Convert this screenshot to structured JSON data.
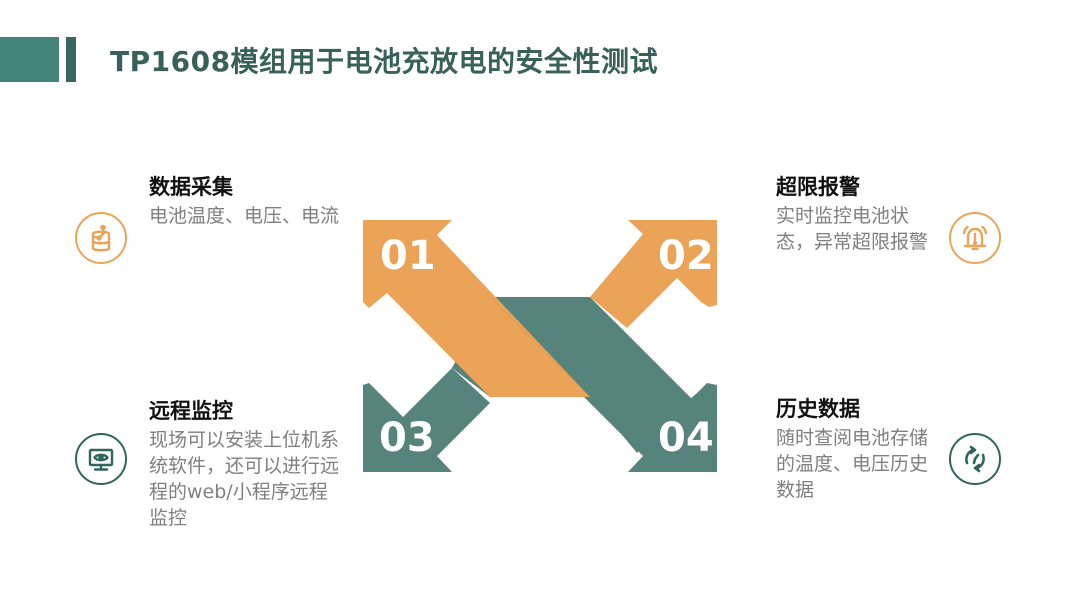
{
  "header": {
    "title": "TP1608模组用于电池充放电的安全性测试"
  },
  "colors": {
    "orange": "#eba357",
    "teal": "#57837d",
    "title": "#37615a",
    "header_block": "#458579",
    "header_bar": "#38675f"
  },
  "items": [
    {
      "number": "01",
      "title": "数据采集",
      "body": "电池温度、电压、电流",
      "icon": "database-chart-icon",
      "color": "orange"
    },
    {
      "number": "02",
      "title": "超限报警",
      "body": "实时监控电池状态，异常超限报警",
      "icon": "alarm-bell-icon",
      "color": "orange"
    },
    {
      "number": "03",
      "title": "远程监控",
      "body": "现场可以安装上位机系统软件，还可以进行远程的web/小程序远程监控",
      "icon": "monitor-eye-icon",
      "color": "teal"
    },
    {
      "number": "04",
      "title": "历史数据",
      "body": "随时查阅电池存储的温度、电压历史数据",
      "icon": "history-clock-icon",
      "color": "teal"
    }
  ]
}
